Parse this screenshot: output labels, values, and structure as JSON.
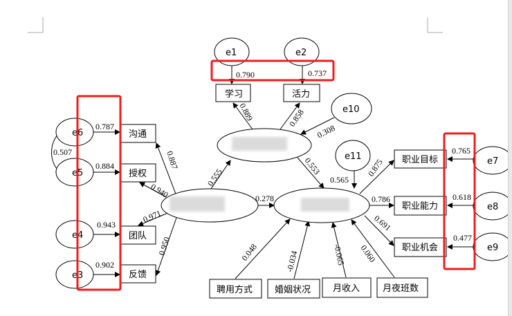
{
  "errors": {
    "e1": "e1",
    "e2": "e2",
    "e3": "e3",
    "e4": "e4",
    "e5": "e5",
    "e6": "e6",
    "e7": "e7",
    "e8": "e8",
    "e9": "e9",
    "e10": "e10",
    "e11": "e11"
  },
  "indicators": {
    "study": "学习",
    "vitality": "活力",
    "communication": "沟通",
    "empowerment": "授权",
    "team": "团队",
    "feedback": "反馈",
    "career_goal": "职业目标",
    "career_ability": "职业能力",
    "career_opportunity": "职业机会",
    "employment": "聘用方式",
    "marital": "婚姻状况",
    "income": "月收入",
    "night_shifts": "月夜班数"
  },
  "coefficients": {
    "e1_study": "0.790",
    "e2_vitality": "0.737",
    "study": "0.889",
    "vitality": "0.858",
    "e10": "0.308",
    "left_to_top": "0.555",
    "top_to_right": "0.553",
    "left_to_right": "0.278",
    "e11": "0.565",
    "communication": "0.887",
    "empowerment": "0.940",
    "team": "0.971",
    "feedback": "0.950",
    "e6": "0.787",
    "e5": "0.884",
    "e4": "0.943",
    "e3": "0.902",
    "e6_e5_cov": "0.507",
    "career_goal": "0.875",
    "career_ability": "0.786",
    "career_opportunity": "0.691",
    "e7": "0.765",
    "e8": "0.618",
    "e9": "0.477",
    "employment": "0.048",
    "marital": "-0.034",
    "income": "-0.065",
    "night_shifts": "0.060"
  },
  "colors": {
    "highlight": "#ee1c1c"
  }
}
